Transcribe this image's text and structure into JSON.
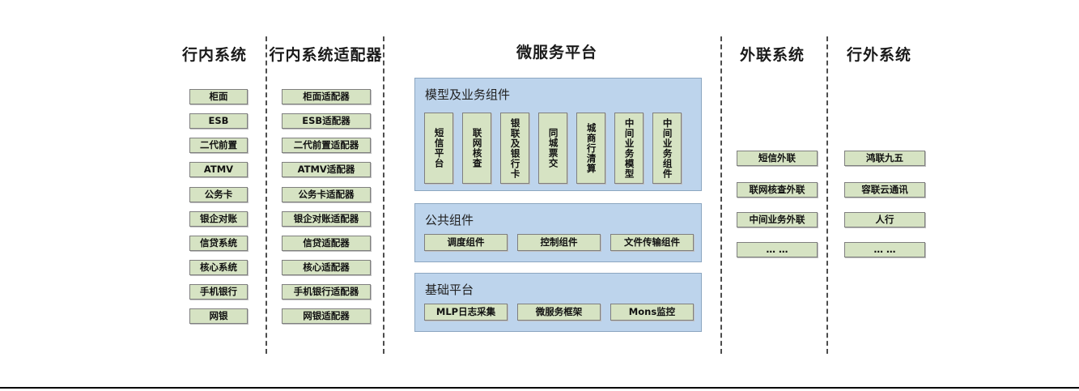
{
  "diagram": {
    "columns": [
      {
        "id": "in-bank-systems",
        "title": "行内系统",
        "items": [
          "柜面",
          "ESB",
          "二代前置",
          "ATMV",
          "公务卡",
          "银企对账",
          "信贷系统",
          "核心系统",
          "手机银行",
          "网银"
        ]
      },
      {
        "id": "in-bank-adapters",
        "title": "行内系统适配器",
        "items": [
          "柜面适配器",
          "ESB适配器",
          "二代前置适配器",
          "ATMV适配器",
          "公务卡适配器",
          "银企对账适配器",
          "信贷适配器",
          "核心适配器",
          "手机银行适配器",
          "网银适配器"
        ]
      },
      {
        "id": "microservice-platform",
        "title": "微服务平台"
      },
      {
        "id": "external-link-systems",
        "title": "外联系统",
        "items": [
          "短信外联",
          "联网核查外联",
          "中间业务外联",
          "… …"
        ]
      },
      {
        "id": "out-bank-systems",
        "title": "行外系统",
        "items": [
          "鸿联九五",
          "容联云通讯",
          "人行",
          "… …"
        ]
      }
    ],
    "platform": {
      "panels": [
        {
          "id": "model-and-business-components",
          "label": "模型及业务组件",
          "orientation": "vertical",
          "items": [
            "短信平台",
            "联网核查",
            "银联及银行卡",
            "同城票交",
            "城商行清算",
            "中间业务模型",
            "中间业务组件"
          ]
        },
        {
          "id": "common-components",
          "label": "公共组件",
          "orientation": "horizontal",
          "items": [
            "调度组件",
            "控制组件",
            "文件传输组件"
          ]
        },
        {
          "id": "base-platform",
          "label": "基础平台",
          "orientation": "horizontal",
          "items": [
            "MLP日志采集",
            "微服务框架",
            "Mons监控"
          ]
        }
      ]
    },
    "colors": {
      "box_fill": "#d6e3c3",
      "box_border": "#7f7f7f",
      "panel_fill": "#bdd4ec",
      "panel_border": "#8ca6c0",
      "divider": "#4d4d4d",
      "title_text": "#1a1a1a",
      "background": "#ffffff"
    }
  }
}
